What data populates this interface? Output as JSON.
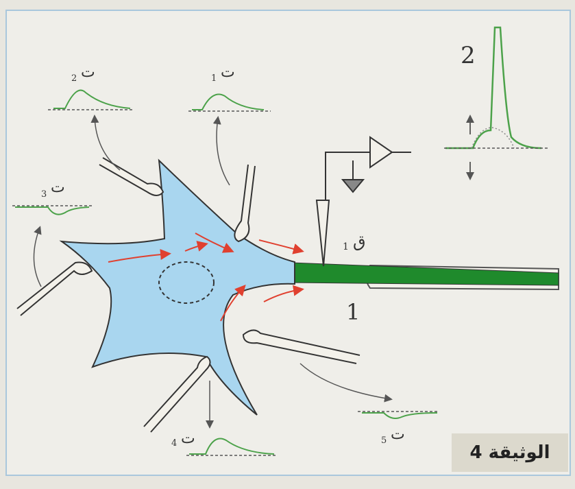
{
  "diagram": {
    "recording_label": "2",
    "axon_label": "1",
    "electrode_label": "ق",
    "electrode_index": "1",
    "document_label": "الوثيقة 4",
    "potentials": [
      {
        "letter": "ت",
        "index": "2"
      },
      {
        "letter": "ت",
        "index": "1"
      },
      {
        "letter": "ت",
        "index": "3"
      },
      {
        "letter": "ت",
        "index": "4"
      },
      {
        "letter": "ت",
        "index": "5"
      }
    ]
  },
  "colors": {
    "cell_body": "#a9d6ef",
    "axon": "#1f8a2c",
    "epsp_trace": "#4ca24a",
    "arrow": "#e0402f"
  }
}
